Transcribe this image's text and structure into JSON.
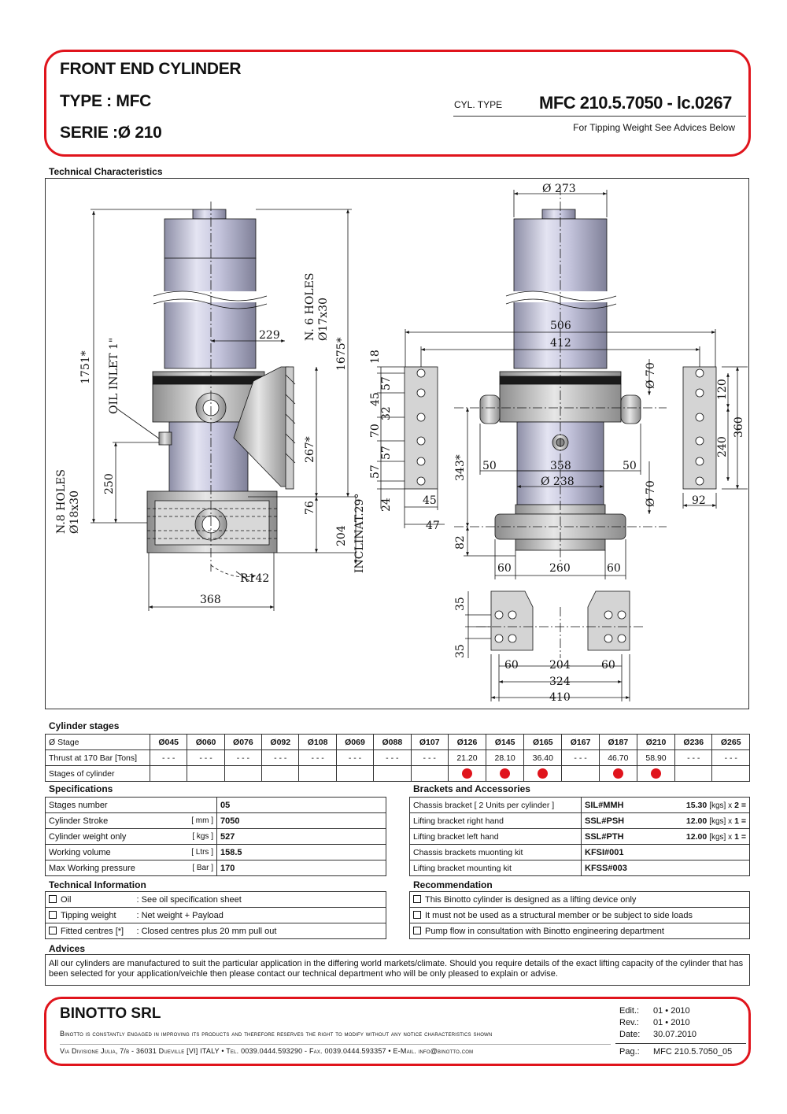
{
  "header": {
    "title": "FRONT END CYLINDER",
    "type": "TYPE  : MFC",
    "serie": "SERIE  :Ø 210",
    "cyl_type_label": "CYL. TYPE",
    "cyl_type_value": "MFC 210.5.7050 - lc.0267",
    "tipping_note": "For Tipping Weight See Advices Below"
  },
  "technical_characteristics": {
    "title": "Technical Characteristics",
    "dims": {
      "d273": "Ø 273",
      "d1751": "1751*",
      "d1675": "1675*",
      "holes6": "N. 6 HOLES",
      "holes6d": "Ø17x30",
      "d229": "229",
      "oil": "OIL INLET 1\"",
      "holes8": "N.8 HOLES",
      "holes8d": "Ø18x30",
      "d250": "250",
      "d267": "267*",
      "d76": "76",
      "d204a": "204",
      "inclin": "INCLINAT.29°",
      "r142": "R142",
      "d368": "368",
      "d506": "506",
      "d412": "412",
      "d18": "18",
      "d57a": "57",
      "d45a": "45",
      "d32": "32",
      "d70a": "70",
      "d57b": "57",
      "d57c": "57",
      "d24": "24",
      "d45b": "45",
      "d47": "47",
      "d343": "343*",
      "d82": "82",
      "d50a": "50",
      "d358": "358",
      "d50b": "50",
      "d238": "Ø 238",
      "d70b": "Ø 70",
      "d70c": "Ø 70",
      "d120": "120",
      "d360": "360",
      "d240": "240",
      "d92": "92",
      "d60a": "60",
      "d260": "260",
      "d60b": "60",
      "d35a": "35",
      "d35b": "35",
      "d60c": "60",
      "d204b": "204",
      "d60d": "60",
      "d324": "324",
      "d410": "410"
    }
  },
  "cylinder_stages": {
    "title": "Cylinder stages",
    "row_labels": [
      "Ø Stage",
      "Thrust at 170 Bar [Tons]",
      "Stages of cylinder"
    ],
    "stages": [
      "Ø045",
      "Ø060",
      "Ø076",
      "Ø092",
      "Ø108",
      "Ø069",
      "Ø088",
      "Ø107",
      "Ø126",
      "Ø145",
      "Ø165",
      "Ø167",
      "Ø187",
      "Ø210",
      "Ø236",
      "Ø265"
    ],
    "thrust": [
      "- - -",
      "- - -",
      "- - -",
      "- - -",
      "- - -",
      "- - -",
      "- - -",
      "- - -",
      "21.20",
      "28.10",
      "36.40",
      "- - -",
      "46.70",
      "58.90",
      "- - -",
      "- - -"
    ],
    "active": [
      false,
      false,
      false,
      false,
      false,
      false,
      false,
      false,
      true,
      true,
      true,
      false,
      true,
      true,
      false,
      false
    ]
  },
  "specifications": {
    "title": "Specifications",
    "rows": [
      {
        "label": "Stages number",
        "unit": "",
        "value": "05"
      },
      {
        "label": "Cylinder Stroke",
        "unit": "[ mm ]",
        "value": "7050"
      },
      {
        "label": "Cylinder weight only",
        "unit": "[ kgs ]",
        "value": "527"
      },
      {
        "label": "Working volume",
        "unit": "[ Ltrs ]",
        "value": "158.5"
      },
      {
        "label": "Max Working pressure",
        "unit": "[ Bar ]",
        "value": "170"
      }
    ]
  },
  "brackets": {
    "title": "Brackets and Accessories",
    "rows": [
      {
        "label": "Chassis bracket [ 2 Units per cylinder ]",
        "code": "SIL#MMH",
        "weight": "15.30",
        "unit": "[kgs] x",
        "qty": "2 ="
      },
      {
        "label": "Lifting bracket right hand",
        "code": "SSL#PSH",
        "weight": "12.00",
        "unit": "[kgs] x",
        "qty": "1 ="
      },
      {
        "label": "Lifting bracket left hand",
        "code": "SSL#PTH",
        "weight": "12.00",
        "unit": "[kgs] x",
        "qty": "1 ="
      },
      {
        "label": "Chassis brackets muonting kit",
        "code": "KFSI#001",
        "weight": "",
        "unit": "",
        "qty": ""
      },
      {
        "label": "Lifting bracket mounting kit",
        "code": "KFSS#003",
        "weight": "",
        "unit": "",
        "qty": ""
      }
    ]
  },
  "technical_information": {
    "title": "Technical Information",
    "rows": [
      {
        "label": "Oil",
        "value": ": See oil specification sheet"
      },
      {
        "label": "Tipping weight",
        "value": ": Net weight + Payload"
      },
      {
        "label": "Fitted centres [*]",
        "value": ": Closed centres plus 20 mm pull out"
      }
    ]
  },
  "recommendation": {
    "title": "Recommendation",
    "rows": [
      "This Binotto cylinder is designed as a lifting device only",
      "It must not be used as a structural member or be subject to side loads",
      "Pump flow in consultation with Binotto engineering department"
    ]
  },
  "advices": {
    "title": "Advices",
    "text": "All our cylinders are manufactured to suit the particular application in the differing world markets/climate. Should you require details of the exact lifting capacity of the cylinder that has been selected for your application/veichle then please contact our technical department who will be only pleased to explain or advise."
  },
  "footer": {
    "company": "BINOTTO SRL",
    "disclaimer": "Binotto is constantly engaged in improving its products and therefore reserves the right to modify without any notice characteristics shown",
    "address": "Via Divisione Julia, 7/b - 36031 Dueville [VI] ITALY • Tel. 0039.0444.593290 - Fax. 0039.0444.593357 • E-Mail. info@binotto.com",
    "edit_label": "Edit.:",
    "edit_value": "01 • 2010",
    "rev_label": "Rev.:",
    "rev_value": "01 • 2010",
    "date_label": "Date:",
    "date_value": "30.07.2010",
    "page_label": "Pag.:",
    "page_value": "MFC 210.5.7050_05"
  }
}
